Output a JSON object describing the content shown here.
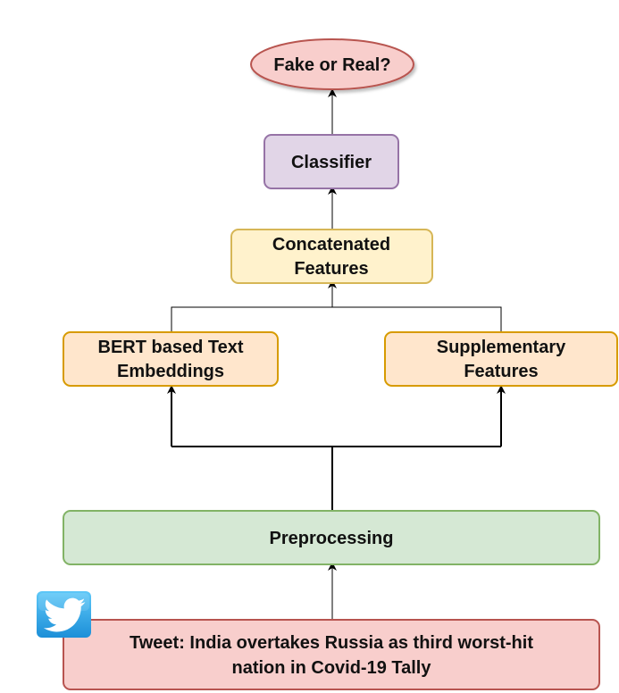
{
  "nodes": {
    "output": {
      "label": "Fake or Real?",
      "fill": "#f8cecc",
      "stroke": "#b85450"
    },
    "classifier": {
      "label": "Classifier",
      "fill": "#e1d5e7",
      "stroke": "#9673a6"
    },
    "concat": {
      "line1": "Concatenated",
      "line2": "Features",
      "fill": "#fff2cc",
      "stroke": "#d6b656"
    },
    "bert": {
      "line1": "BERT based Text",
      "line2": "Embeddings",
      "fill": "#ffe6cc",
      "stroke": "#d79b00"
    },
    "supplementary": {
      "line1": "Supplementary",
      "line2": "Features",
      "fill": "#ffe6cc",
      "stroke": "#d79b00"
    },
    "preprocessing": {
      "label": "Preprocessing",
      "fill": "#d5e8d4",
      "stroke": "#82b366"
    },
    "tweet": {
      "line1": "Tweet: India overtakes Russia as third worst-hit",
      "line2": "nation in Covid-19 Tally",
      "fill": "#f8cecc",
      "stroke": "#b85450"
    }
  },
  "icons": {
    "twitter": {
      "name": "twitter-bird-icon",
      "color": "#1da1f2"
    }
  }
}
